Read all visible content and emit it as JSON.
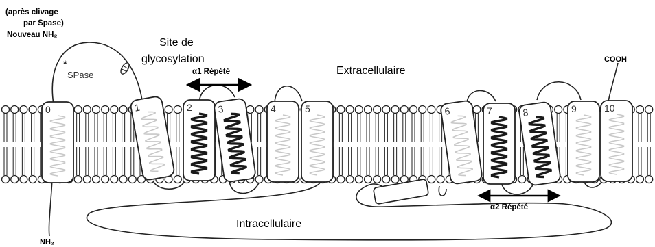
{
  "labels": {
    "cleavage_line1": "(après clivage",
    "cleavage_line2": "par Spase)",
    "new_nh2": "Nouveau NH₂",
    "spase": "SPase",
    "glyco_line1": "Site de",
    "glyco_line2": "glycosylation",
    "alpha1_repeat": "α1 Répété",
    "alpha2_repeat": "α2 Répété",
    "extracellular": "Extracellulaire",
    "intracellular": "Intracellulaire",
    "cooh": "COOH",
    "nh2": "NH₂"
  },
  "helices": [
    {
      "number": "0",
      "repeat": false
    },
    {
      "number": "1",
      "repeat": false
    },
    {
      "number": "2",
      "repeat": true
    },
    {
      "number": "3",
      "repeat": true
    },
    {
      "number": "4",
      "repeat": false
    },
    {
      "number": "5",
      "repeat": false
    },
    {
      "number": "6",
      "repeat": false
    },
    {
      "number": "7",
      "repeat": true
    },
    {
      "number": "8",
      "repeat": true
    },
    {
      "number": "9",
      "repeat": false
    },
    {
      "number": "10",
      "repeat": false
    }
  ]
}
